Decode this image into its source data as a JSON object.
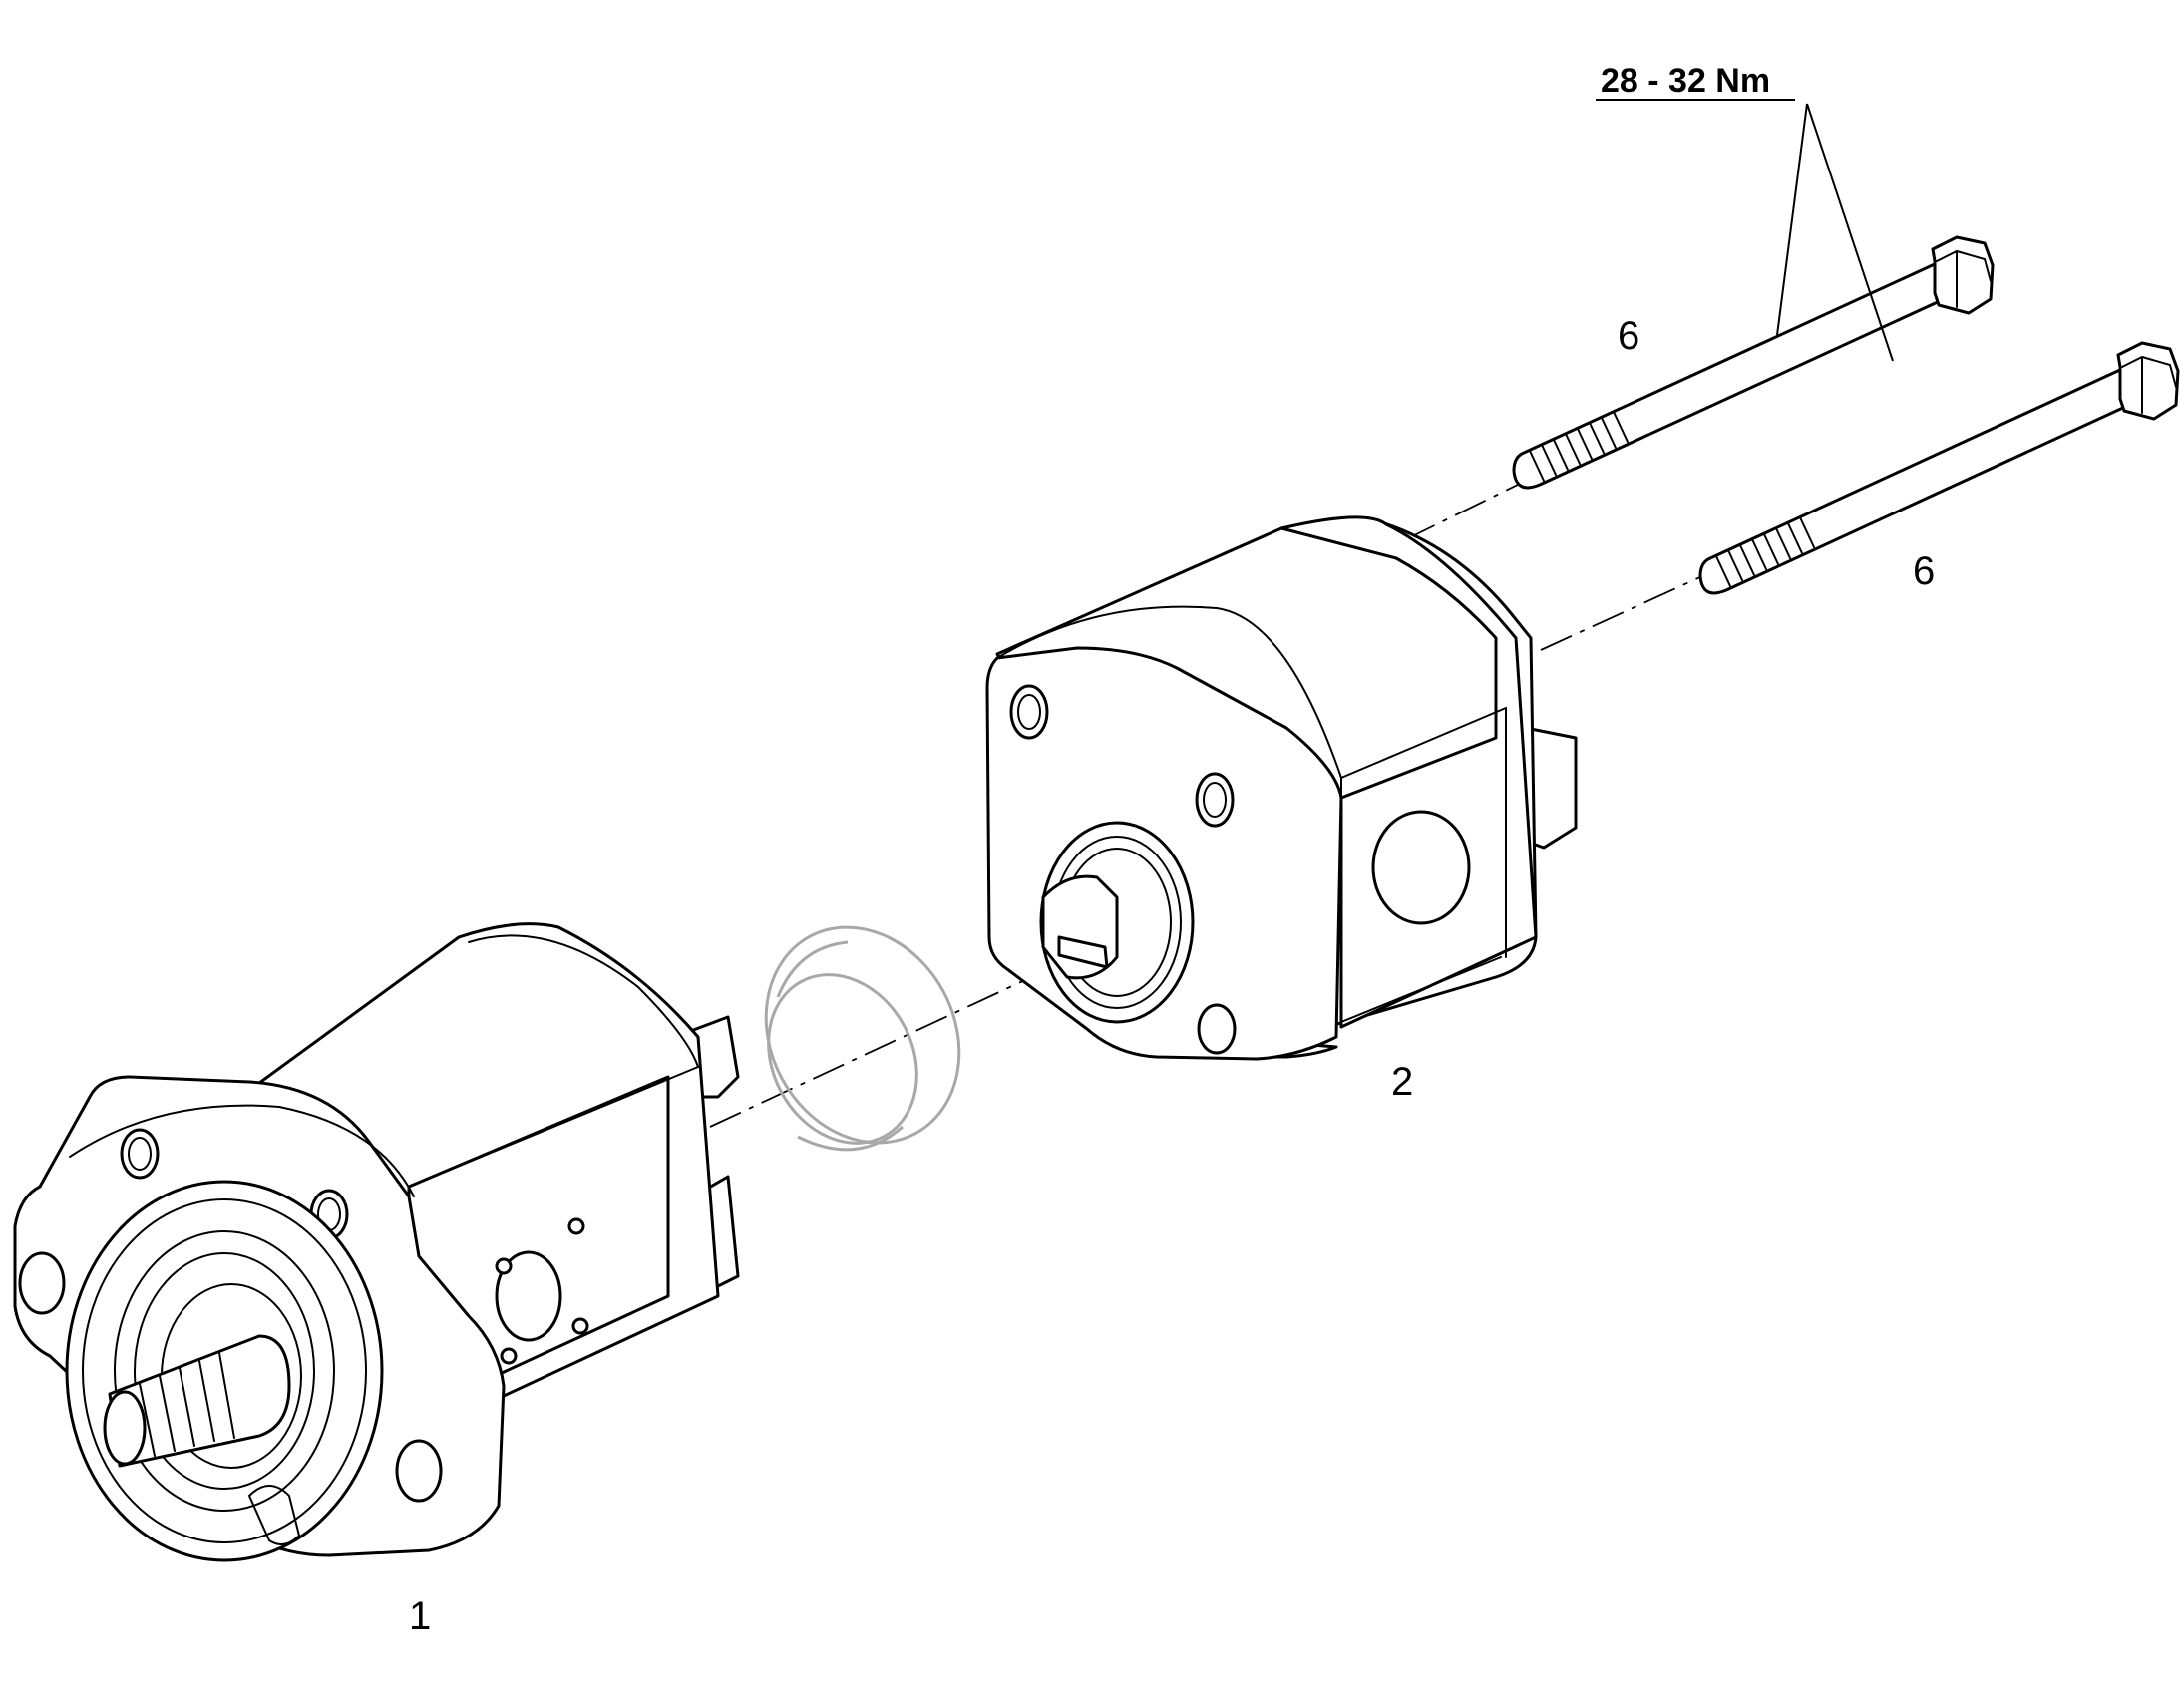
{
  "callouts": {
    "pump_front": "1",
    "pump_rear": "2",
    "bolt_upper": "6",
    "bolt_lower": "6"
  },
  "torque_spec": "28 - 32 Nm",
  "colors": {
    "line": "#000000",
    "seal": "#a8a8a8",
    "background": "#ffffff"
  }
}
